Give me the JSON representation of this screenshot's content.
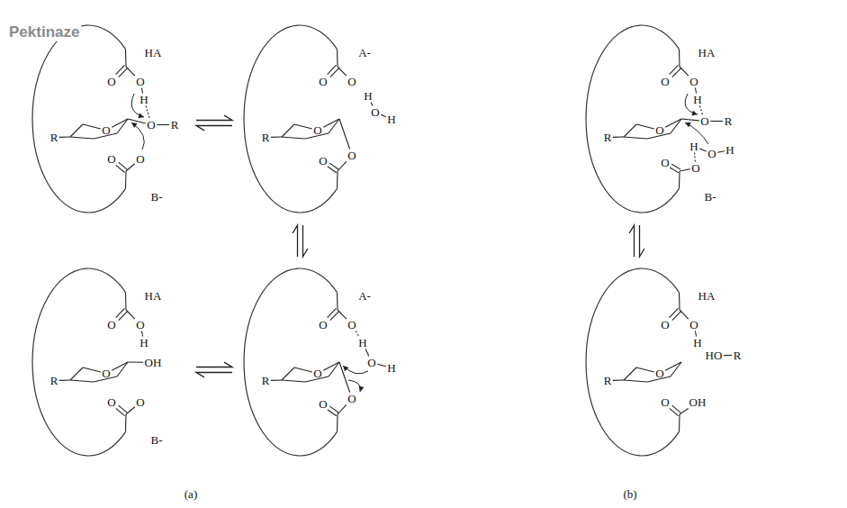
{
  "diagram": {
    "nodes": [
      {
        "text": [
          "HA",
          "O",
          "O",
          "H",
          "R",
          "O",
          "O",
          "R",
          "O",
          "O",
          "B-"
        ]
      },
      {
        "text": [
          "A-",
          "O",
          "O",
          "H",
          "O",
          "H",
          "R",
          "O",
          "O",
          "O"
        ]
      },
      {
        "text": [
          "HA",
          "O",
          "O",
          "H",
          "R",
          "O",
          "O",
          "R",
          "H",
          "O",
          "H",
          "O",
          "O",
          "B-"
        ]
      },
      {
        "text": [
          "HA",
          "O",
          "O",
          "H",
          "R",
          "O",
          "OH",
          "O",
          "O",
          "B-"
        ]
      },
      {
        "text": [
          "A-",
          "O",
          "O",
          "H",
          "O",
          "H",
          "R",
          "O",
          "O",
          "O"
        ]
      },
      {
        "text": [
          "HA",
          "O",
          "O",
          "H",
          "R",
          "O",
          "HO",
          "R",
          "O",
          "OH"
        ]
      }
    ],
    "edges": [
      {
        "from": 0,
        "to": 1,
        "arrow": "both"
      },
      {
        "from": 1,
        "to": 4,
        "arrow": "both"
      },
      {
        "from": 3,
        "to": 4,
        "arrow": "both"
      },
      {
        "from": 2,
        "to": 5,
        "arrow": "both"
      }
    ],
    "labels": [
      "Pektinaze",
      "(a)",
      "(b)"
    ]
  }
}
